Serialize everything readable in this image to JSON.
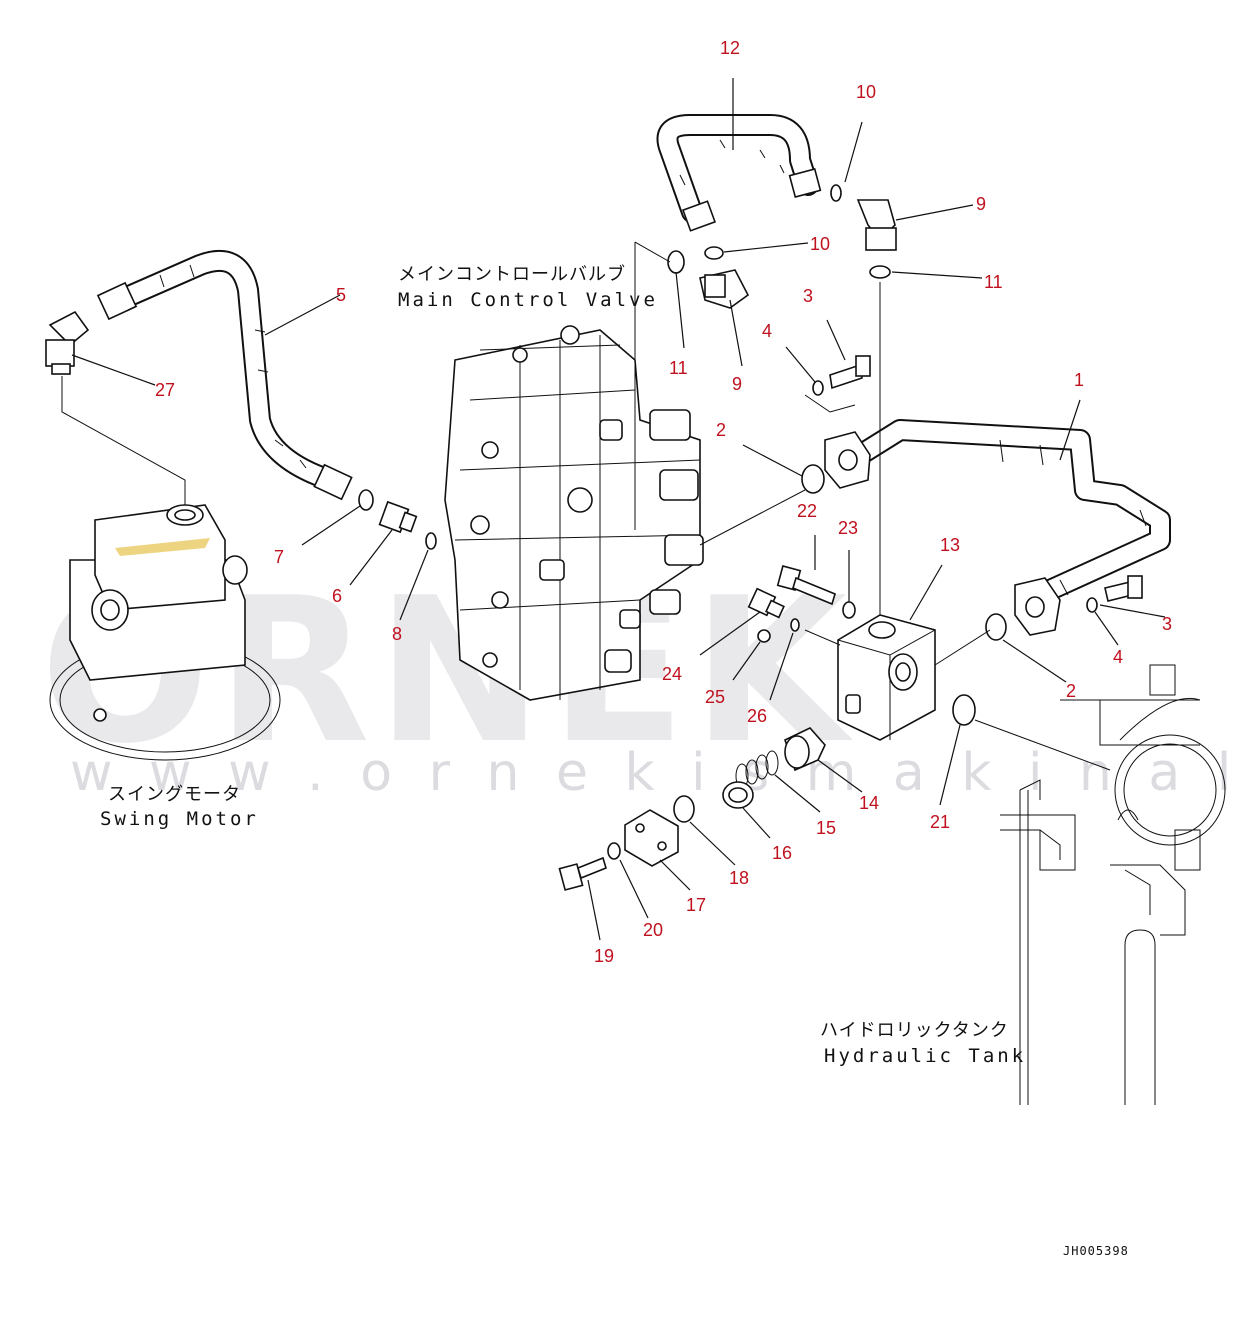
{
  "labels": {
    "main_control_valve_jp": "メインコントロールバルブ",
    "main_control_valve_en": "Main Control Valve",
    "swing_motor_jp": "スイングモータ",
    "swing_motor_en": "Swing Motor",
    "hydraulic_tank_jp": "ハイドロリックタンク",
    "hydraulic_tank_en": "Hydraulic Tank"
  },
  "drawing_number": "JH005398",
  "watermark": {
    "brand": "ORNEK",
    "url": "w w w . o r n e k i s m a k i n a l a r i . c o m . t r"
  },
  "callouts": {
    "c1": "1",
    "c2a": "2",
    "c2b": "2",
    "c3a": "3",
    "c3b": "3",
    "c4a": "4",
    "c4b": "4",
    "c5": "5",
    "c6": "6",
    "c7": "7",
    "c8": "8",
    "c9a": "9",
    "c9b": "9",
    "c10a": "10",
    "c10b": "10",
    "c11a": "11",
    "c11b": "11",
    "c12": "12",
    "c13": "13",
    "c14": "14",
    "c15": "15",
    "c16": "16",
    "c17": "17",
    "c18": "18",
    "c19": "19",
    "c20": "20",
    "c21": "21",
    "c22": "22",
    "c23": "23",
    "c24": "24",
    "c25": "25",
    "c26": "26",
    "c27": "27"
  },
  "colors": {
    "callout": "#c0121e",
    "line": "#111111",
    "watermark": "#cfcfd6",
    "highlight": "#e6c24a"
  }
}
